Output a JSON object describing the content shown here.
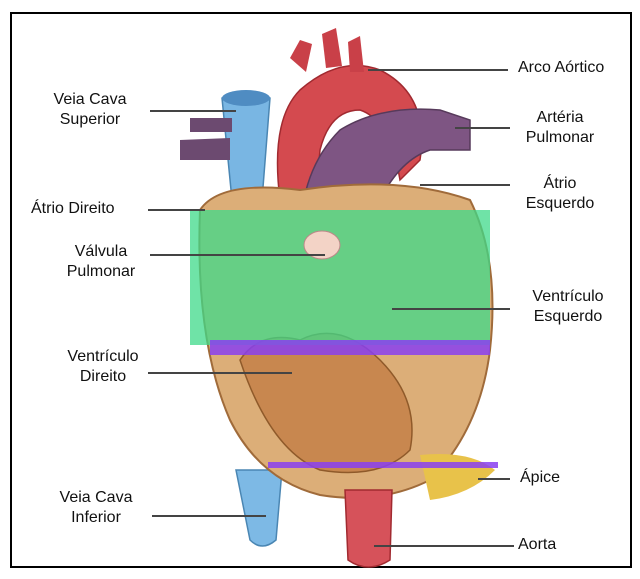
{
  "diagram": {
    "labels": {
      "arco_aortico": "Arco Aórtico",
      "veia_cava_superior_1": "Veia Cava",
      "veia_cava_superior_2": "Superior",
      "arteria_pulmonar_1": "Artéria",
      "arteria_pulmonar_2": "Pulmonar",
      "atrio_esquerdo_1": "Átrio",
      "atrio_esquerdo_2": "Esquerdo",
      "atrio_direito": "Átrio Direito",
      "valvula_pulmonar_1": "Válvula",
      "valvula_pulmonar_2": "Pulmonar",
      "ventriculo_esquerdo_1": "Ventrículo",
      "ventriculo_esquerdo_2": "Esquerdo",
      "ventriculo_direito_1": "Ventrículo",
      "ventriculo_direito_2": "Direito",
      "apice": "Ápice",
      "veia_cava_inferior_1": "Veia Cava",
      "veia_cava_inferior_2": "Inferior",
      "aorta": "Aorta"
    },
    "colors": {
      "frame": "#000000",
      "leader": "#444444",
      "aorta_red": "#d9434c",
      "pulmonary_purple": "#7a4f7e",
      "vena_blue": "#6aa9d8",
      "muscle_tan": "#d9a066",
      "overlay_green": "#3fd98a",
      "overlay_violet": "#8a3ff0"
    }
  }
}
